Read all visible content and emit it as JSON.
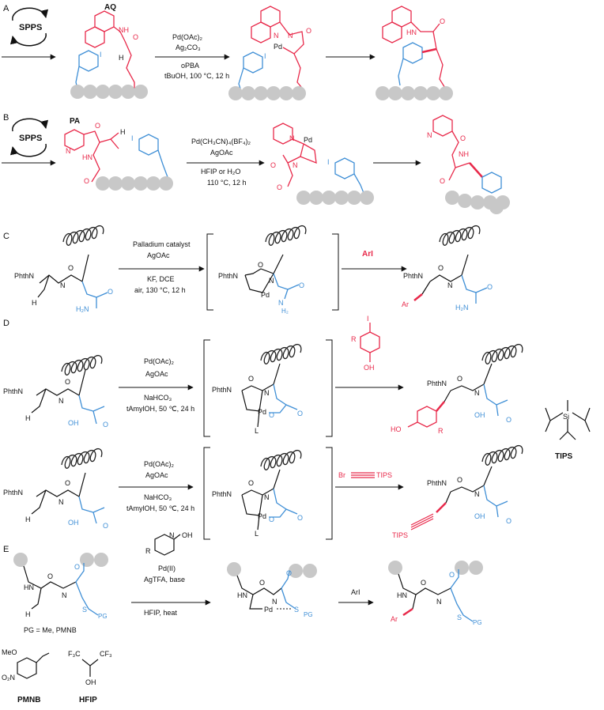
{
  "colors": {
    "red": "#e8294a",
    "blue": "#3f8fd6",
    "gray": "#c8c8c8",
    "ink": "#111111"
  },
  "panelA": {
    "letter": "A",
    "spps": "SPPS",
    "aq": "AQ",
    "nh": "NH",
    "o": "O",
    "h": "H",
    "i": "I",
    "n": "N",
    "pd": "Pd",
    "hn": "HN",
    "cond1": "Pd(OAc)₂",
    "cond2": "Ag₂CO₃",
    "cond3": "oPBA",
    "cond4": "tBuOH, 100 °C, 12 h"
  },
  "panelB": {
    "letter": "B",
    "spps": "SPPS",
    "pa": "PA",
    "n": "N",
    "hn": "HN",
    "h": "H",
    "o": "O",
    "i": "I",
    "pd": "Pd",
    "nh": "NH",
    "cond1": "Pd(CH₃CN)₄(BF₄)₂",
    "cond2": "AgOAc",
    "cond3": "HFIP or H₂O",
    "cond4": "110 °C, 12 h"
  },
  "panelC": {
    "letter": "C",
    "phthn": "PhthN",
    "n": "N",
    "h": "H",
    "o": "O",
    "h2n": "H₂N",
    "pd": "Pd",
    "nh": "N",
    "h2": "H₂",
    "ar": "Ar",
    "cond1": "Palladium catalyst",
    "cond2": "AgOAc",
    "cond3": "KF, DCE",
    "cond4": "air, 130 °C, 12 h",
    "reagent": "ArI"
  },
  "panelD": {
    "letter": "D",
    "phthn": "PhthN",
    "n": "N",
    "h": "H",
    "o": "O",
    "oh": "OH",
    "ho": "HO",
    "pd": "Pd",
    "l": "L",
    "r": "R",
    "i": "I",
    "cond1": "Pd(OAc)₂",
    "cond2": "AgOAc",
    "cond3": "NaHCO₃",
    "cond4": "tAmylOH, 50 ℃, 24 h",
    "br": "Br",
    "tips": "TIPS",
    "si": "Si",
    "tipsLabel": "TIPS"
  },
  "panelE": {
    "letter": "E",
    "hn": "HN",
    "n": "N",
    "h": "H",
    "o": "O",
    "s": "S",
    "pg": "PG",
    "pd": "Pd",
    "ar": "Ar",
    "pgDef": "PG = Me, PMNB",
    "ligR": "R",
    "ligN": "N",
    "ligOH": "OH",
    "cond1": "Pd(II)",
    "cond2": "AgTFA, base",
    "cond3": "HFIP, heat",
    "reagent": "ArI",
    "meo": "MeO",
    "o2n": "O₂N",
    "pmnb": "PMNB",
    "f3c": "F₃C",
    "cf3": "CF₃",
    "hfipOH": "OH",
    "hfip": "HFIP"
  }
}
